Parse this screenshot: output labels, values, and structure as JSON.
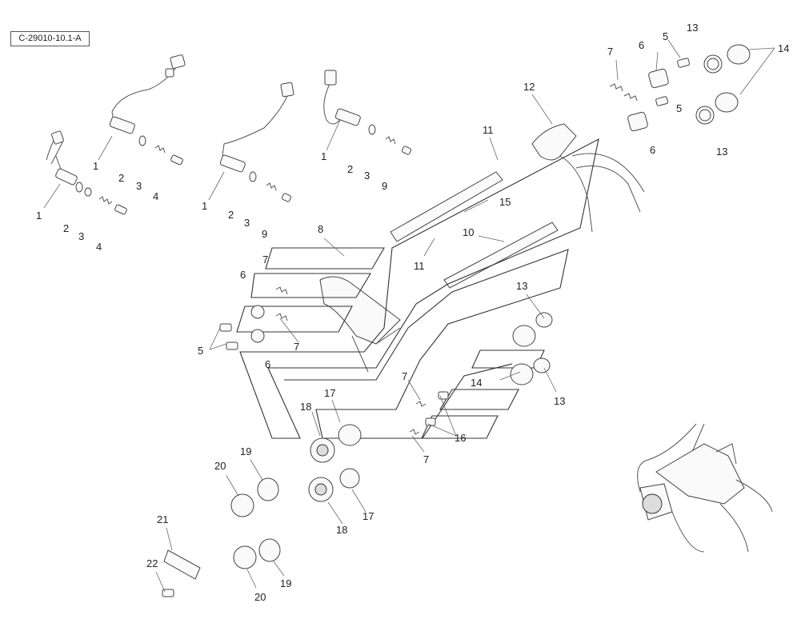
{
  "drawing_code": "C-29010-10.1-A",
  "callouts": [
    {
      "id": "c1a",
      "text": "1"
    },
    {
      "id": "c2a",
      "text": "2"
    },
    {
      "id": "c3a",
      "text": "3"
    },
    {
      "id": "c4a",
      "text": "4"
    },
    {
      "id": "c1b",
      "text": "1"
    },
    {
      "id": "c2b",
      "text": "2"
    },
    {
      "id": "c3b",
      "text": "3"
    },
    {
      "id": "c4b",
      "text": "4"
    },
    {
      "id": "c1c",
      "text": "1"
    },
    {
      "id": "c2c",
      "text": "2"
    },
    {
      "id": "c3c",
      "text": "3"
    },
    {
      "id": "c9a",
      "text": "9"
    },
    {
      "id": "c1d",
      "text": "1"
    },
    {
      "id": "c2d",
      "text": "2"
    },
    {
      "id": "c3d",
      "text": "3"
    },
    {
      "id": "c9b",
      "text": "9"
    },
    {
      "id": "c7a",
      "text": "7"
    },
    {
      "id": "c6a",
      "text": "6"
    },
    {
      "id": "c5a",
      "text": "5"
    },
    {
      "id": "c13a",
      "text": "13"
    },
    {
      "id": "c14a",
      "text": "14"
    },
    {
      "id": "c5b",
      "text": "5"
    },
    {
      "id": "c6b",
      "text": "6"
    },
    {
      "id": "c13b",
      "text": "13"
    },
    {
      "id": "c12",
      "text": "12"
    },
    {
      "id": "c11a",
      "text": "11"
    },
    {
      "id": "c15",
      "text": "15"
    },
    {
      "id": "c10",
      "text": "10"
    },
    {
      "id": "c11b",
      "text": "11"
    },
    {
      "id": "c8",
      "text": "8"
    },
    {
      "id": "c7b",
      "text": "7"
    },
    {
      "id": "c6c",
      "text": "6"
    },
    {
      "id": "c5c",
      "text": "5"
    },
    {
      "id": "c7c",
      "text": "7"
    },
    {
      "id": "c6d",
      "text": "6"
    },
    {
      "id": "c13c",
      "text": "13"
    },
    {
      "id": "c14b",
      "text": "14"
    },
    {
      "id": "c13d",
      "text": "13"
    },
    {
      "id": "c7d",
      "text": "7"
    },
    {
      "id": "c17a",
      "text": "17"
    },
    {
      "id": "c18a",
      "text": "18"
    },
    {
      "id": "c16",
      "text": "16"
    },
    {
      "id": "c7e",
      "text": "7"
    },
    {
      "id": "c19a",
      "text": "19"
    },
    {
      "id": "c20a",
      "text": "20"
    },
    {
      "id": "c17b",
      "text": "17"
    },
    {
      "id": "c18b",
      "text": "18"
    },
    {
      "id": "c21",
      "text": "21"
    },
    {
      "id": "c22",
      "text": "22"
    },
    {
      "id": "c19b",
      "text": "19"
    },
    {
      "id": "c20b",
      "text": "20"
    }
  ]
}
